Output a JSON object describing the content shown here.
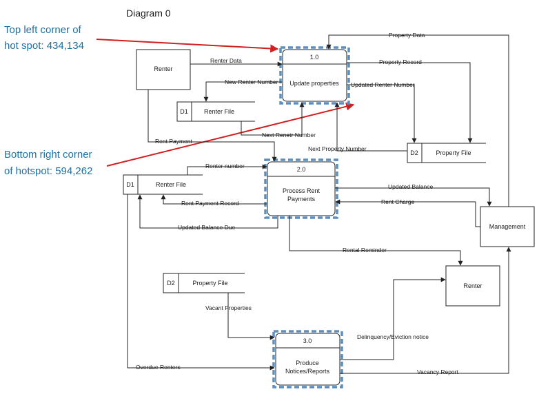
{
  "diagram_title": "Diagram 0",
  "annotations": {
    "top_left_line1": "Top left corner of",
    "top_left_line2": "hot spot: 434,134",
    "bottom_right_line1": "Bottom right corner",
    "bottom_right_line2": "of hotspot: 594,262"
  },
  "entities": {
    "renter_top": "Renter",
    "management": "Management",
    "renter_bottom": "Renter"
  },
  "processes": {
    "p1": {
      "id": "1.0",
      "name": "Update properties"
    },
    "p2": {
      "id": "2.0",
      "name_line1": "Process Rent",
      "name_line2": "Payments"
    },
    "p3": {
      "id": "3.0",
      "name_line1": "Produce",
      "name_line2": "Notices/Reports"
    }
  },
  "stores": {
    "s_d1_top": {
      "id": "D1",
      "name": "Renter File"
    },
    "s_d2_right": {
      "id": "D2",
      "name": "Property File"
    },
    "s_d1_left": {
      "id": "D1",
      "name": "Renter File"
    },
    "s_d2_bottom": {
      "id": "D2",
      "name": "Property File"
    }
  },
  "flows": {
    "property_data": "Property Data",
    "renter_data": "Renter Data",
    "property_record": "Property Record",
    "new_renter_number": "New Renter Number",
    "updated_renter_number": "Updated Renter Number",
    "next_renetr_number": "Next Renetr Number",
    "rent_payment": "Rent Payment",
    "next_property_number": "Next Property Number",
    "renter_number": "Renter number",
    "updated_balance": "Updated Balance",
    "rent_charge": "Rent Charge",
    "rent_payment_record": "Rent Payment Record",
    "updated_balance_due": "Updated Balance Due",
    "rental_reminder": "Rental Reminder",
    "vacant_properties": "Vacant Properties",
    "delinquency_eviction_notice": "Delinquency/Eviction notice",
    "overdue_renters": "Overdue Renters",
    "vacancy_report": "Vacancy Report"
  }
}
